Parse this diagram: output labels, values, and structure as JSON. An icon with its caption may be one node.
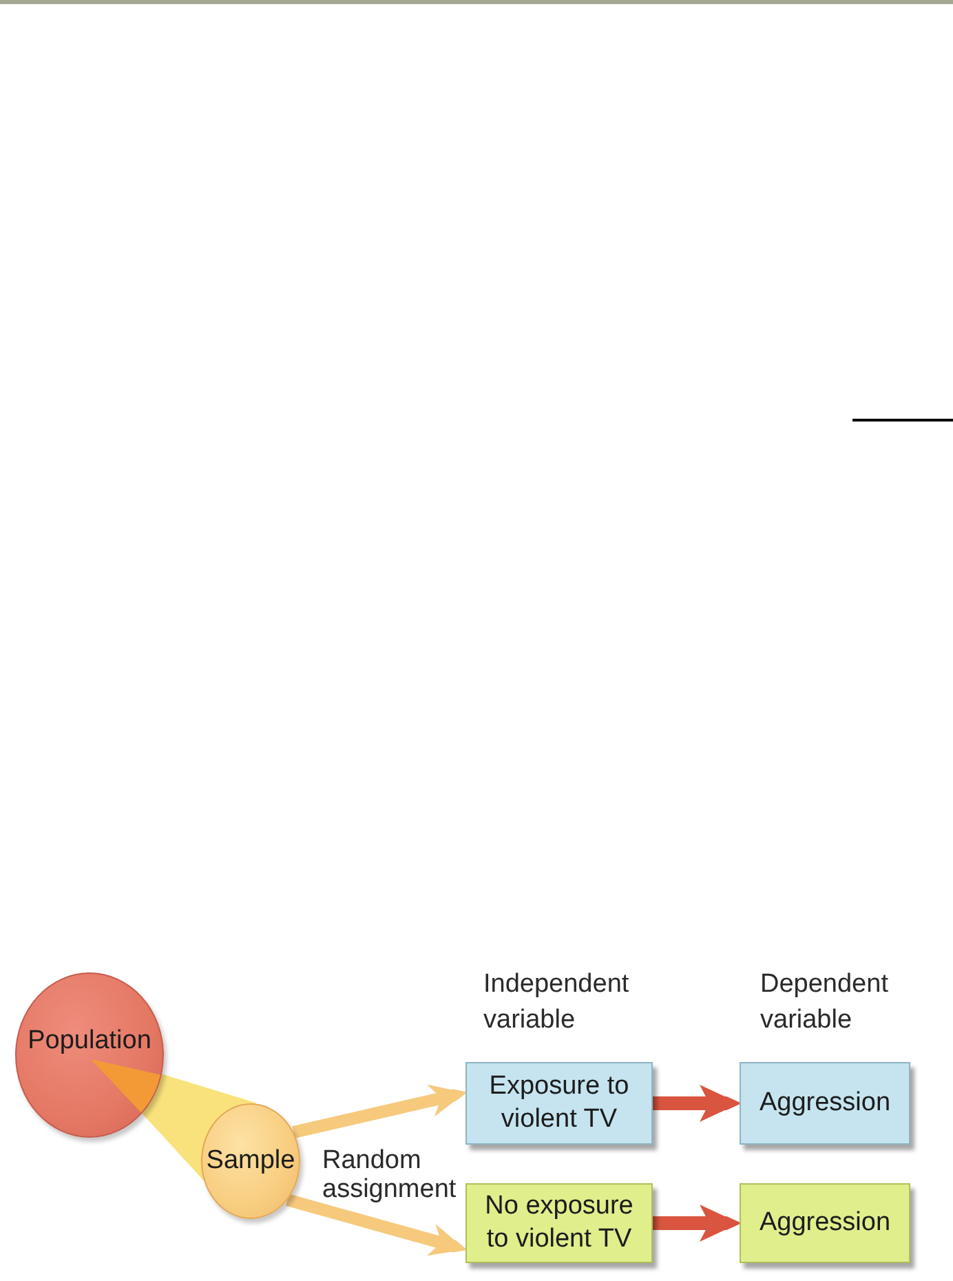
{
  "diagram": {
    "nodes": [
      {
        "text": [
          "Population"
        ]
      },
      {
        "text": [
          "Sample"
        ]
      },
      {
        "text": [
          "Exposure to violent TV"
        ]
      },
      {
        "text": [
          "Aggression"
        ]
      },
      {
        "text": [
          "No exposure to violent TV"
        ]
      },
      {
        "text": [
          "Aggression"
        ]
      }
    ],
    "edges": [
      {
        "from": 0,
        "to": 1,
        "arrow": "none",
        "color": "#f9e27c"
      },
      {
        "from": 1,
        "to": 2,
        "arrow": "to",
        "color": "#f6c97c"
      },
      {
        "from": 1,
        "to": 4,
        "arrow": "to",
        "color": "#f6c97c"
      },
      {
        "from": 2,
        "to": 3,
        "arrow": "to",
        "color": "#d9553f"
      },
      {
        "from": 4,
        "to": 5,
        "arrow": "to",
        "color": "#d9553f"
      }
    ],
    "labels": [
      "Independent variable",
      "Dependent variable",
      "Random assignment"
    ]
  }
}
